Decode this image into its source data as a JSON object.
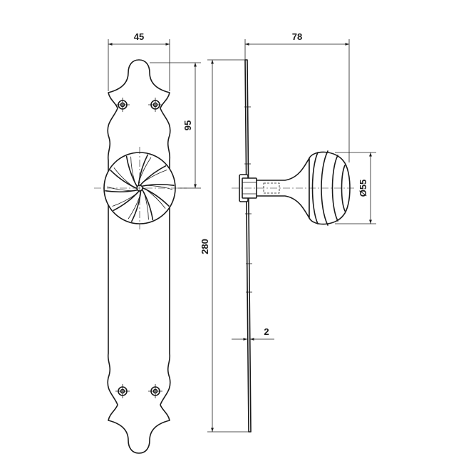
{
  "drawing": {
    "dimensions": {
      "plate_width": "45",
      "hole_spacing": "95",
      "plate_height": "280",
      "projection": "78",
      "knob_diameter": "Ø55",
      "plate_thickness": "2"
    },
    "colors": {
      "ink": "#1a1a1a",
      "background": "#ffffff"
    }
  }
}
